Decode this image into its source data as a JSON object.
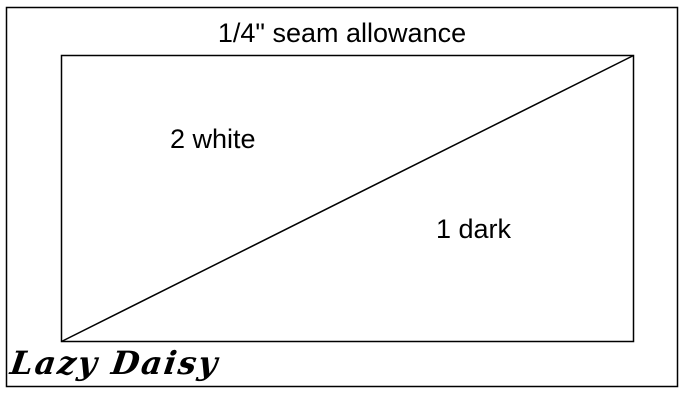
{
  "diagram": {
    "seam_label": "1/4\" seam allowance",
    "upper_triangle_label": "2 white",
    "lower_triangle_label": "1 dark",
    "signature": "Lazy Daisy"
  },
  "colors": {
    "line": "#000000",
    "background": "#ffffff"
  }
}
